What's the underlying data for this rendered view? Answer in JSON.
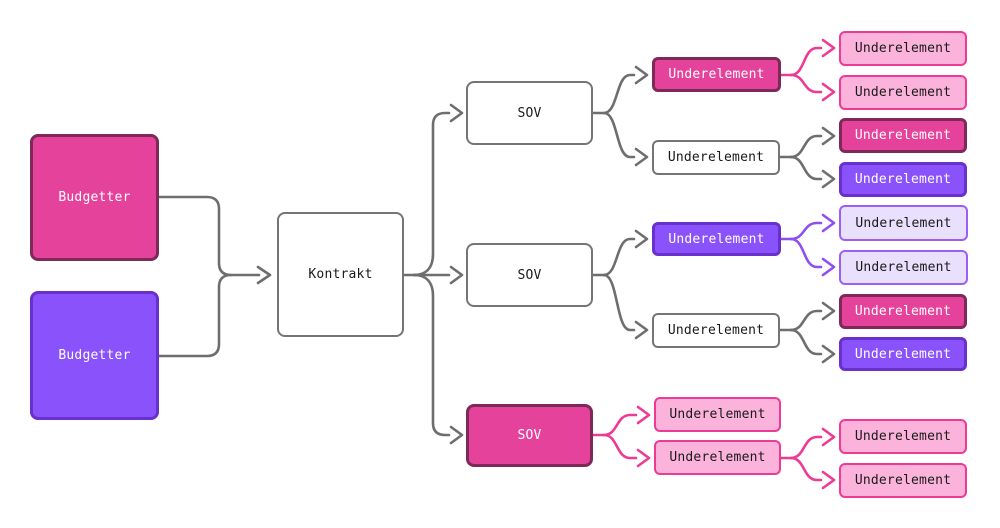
{
  "diagram": {
    "labels": {
      "budgetter": "Budgetter",
      "kontrakt": "Kontrakt",
      "sov": "SOV",
      "underelement": "Underelement"
    },
    "palette": {
      "pink_solid_fill": "#E5439B",
      "pink_dark_border": "#7E2A58",
      "purple_solid_fill": "#8A52FA",
      "purple_dark_border": "#6930CE",
      "pink_light_fill": "#FBB3DC",
      "pink_bright": "#ED3A94",
      "lavender_fill": "#E8E0FC",
      "purple_bright": "#9B5FF5",
      "white_fill": "#FFFFFF",
      "gray_border": "#757575",
      "gray_line": "#6E6E6E",
      "text_dark": "#1A1A1A",
      "text_light": "#FFFFFF"
    }
  }
}
